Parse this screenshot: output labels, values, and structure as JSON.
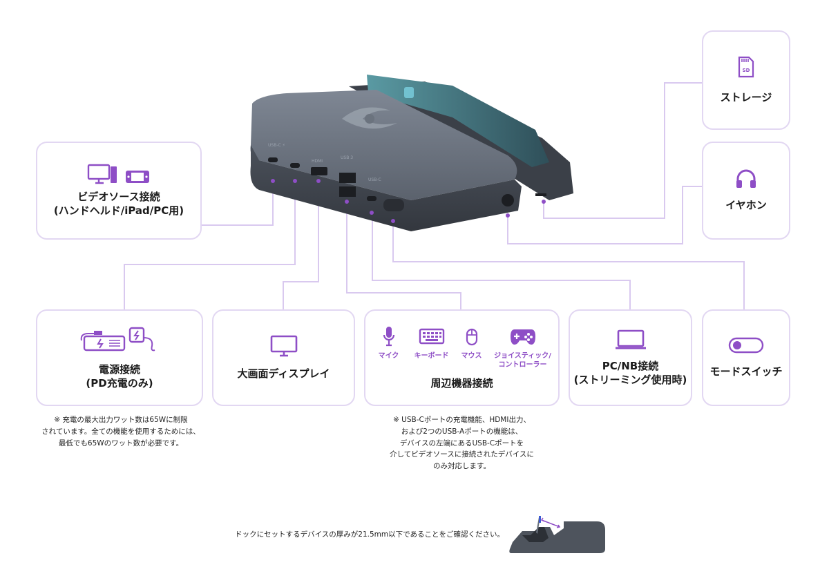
{
  "colors": {
    "accent": "#8e4ec6",
    "border": "#e2d7f2",
    "line": "#d9c9ef"
  },
  "cards": {
    "storage": {
      "title": "ストレージ",
      "icon": "sd-card-icon"
    },
    "earphone": {
      "title": "イヤホン",
      "icon": "headphones-icon"
    },
    "video": {
      "title": "ビデオソース接続\n(ハンドヘルド/iPad/PC用)",
      "icon": "monitor-pc-handheld-icon"
    },
    "power": {
      "title": "電源接続\n(PD充電のみ)",
      "icon": "power-bank-charger-icon"
    },
    "display": {
      "title": "大画面ディスプレイ",
      "icon": "monitor-icon"
    },
    "peripherals": {
      "title": "周辺機器接続",
      "items": [
        {
          "label": "マイク",
          "icon": "microphone-icon"
        },
        {
          "label": "キーボード",
          "icon": "keyboard-icon"
        },
        {
          "label": "マウス",
          "icon": "mouse-icon"
        },
        {
          "label": "ジョイスティック/\nコントローラー",
          "icon": "gamepad-icon"
        }
      ]
    },
    "pcnb": {
      "title": "PC/NB接続\n(ストリーミング使用時)",
      "icon": "laptop-icon"
    },
    "mode": {
      "title": "モードスイッチ",
      "icon": "toggle-switch-icon"
    }
  },
  "device_labels": {
    "usbc_pd": "USB-C ⚡",
    "hdmi": "HDMI",
    "usb3": "USB 3",
    "usbc": "USB-C"
  },
  "notes": {
    "power": "※ 充電の最大出力ワット数は65Wに制限\nされています。全ての機能を使用するためには、\n最低でも65Wのワット数が必要です。",
    "peripherals": "※ USB-Cポートの充電機能、HDMI出力、\nおよび2つのUSB-Aポートの機能は、\nデバイスの左端にあるUSB-Cポートを\n介してビデオソースに接続されたデバイスに\nのみ対応します。",
    "thickness": "ドックにセットするデバイスの厚みが21.5mm以下であることをご確認ください。"
  }
}
